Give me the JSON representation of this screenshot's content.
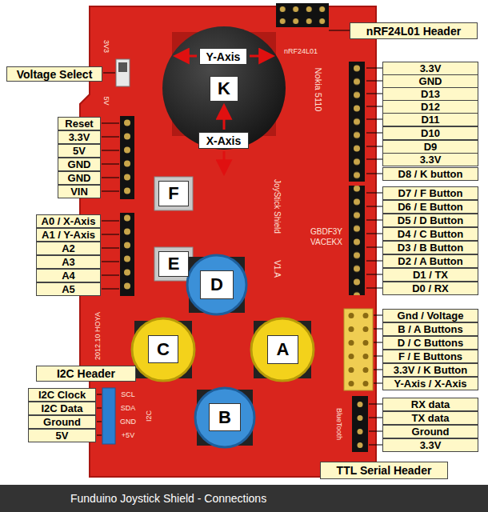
{
  "diagram": {
    "caption": "Funduino Joystick Shield - Connections",
    "nodes": [
      {
        "text": [
          "nRF24L01 Header"
        ]
      },
      {
        "text": [
          "Voltage Select"
        ]
      },
      {
        "text": [
          "Y-Axis"
        ]
      },
      {
        "text": [
          "K"
        ]
      },
      {
        "text": [
          "X-Axis"
        ]
      },
      {
        "text": [
          "3.3V"
        ]
      },
      {
        "text": [
          "GND"
        ]
      },
      {
        "text": [
          "D13"
        ]
      },
      {
        "text": [
          "D12"
        ]
      },
      {
        "text": [
          "D11"
        ]
      },
      {
        "text": [
          "D10"
        ]
      },
      {
        "text": [
          "D9"
        ]
      },
      {
        "text": [
          "3.3V"
        ]
      },
      {
        "text": [
          "D8 / K button"
        ]
      },
      {
        "text": [
          "Reset"
        ]
      },
      {
        "text": [
          "3.3V"
        ]
      },
      {
        "text": [
          "5V"
        ]
      },
      {
        "text": [
          "GND"
        ]
      },
      {
        "text": [
          "GND"
        ]
      },
      {
        "text": [
          "VIN"
        ]
      },
      {
        "text": [
          "F"
        ]
      },
      {
        "text": [
          "D7 / F Button"
        ]
      },
      {
        "text": [
          "D6 / E Button"
        ]
      },
      {
        "text": [
          "D5 / D Button"
        ]
      },
      {
        "text": [
          "D4 / C Button"
        ]
      },
      {
        "text": [
          "D3 / B Button"
        ]
      },
      {
        "text": [
          "D2 / A Button"
        ]
      },
      {
        "text": [
          "D1 / TX"
        ]
      },
      {
        "text": [
          "D0 / RX"
        ]
      },
      {
        "text": [
          "A0 / X-Axis"
        ]
      },
      {
        "text": [
          "A1 / Y-Axis"
        ]
      },
      {
        "text": [
          "A2"
        ]
      },
      {
        "text": [
          "A3"
        ]
      },
      {
        "text": [
          "A4"
        ]
      },
      {
        "text": [
          "A5"
        ]
      },
      {
        "text": [
          "E"
        ]
      },
      {
        "text": [
          "D"
        ]
      },
      {
        "text": [
          "C"
        ]
      },
      {
        "text": [
          "A"
        ]
      },
      {
        "text": [
          "Gnd / Voltage"
        ]
      },
      {
        "text": [
          "B / A Buttons"
        ]
      },
      {
        "text": [
          "D / C Buttons"
        ]
      },
      {
        "text": [
          "F / E Buttons"
        ]
      },
      {
        "text": [
          "3.3V / K Button"
        ]
      },
      {
        "text": [
          "Y-Axis / X-Axis"
        ]
      },
      {
        "text": [
          "I2C Header"
        ]
      },
      {
        "text": [
          "B"
        ]
      },
      {
        "text": [
          "I2C Clock"
        ]
      },
      {
        "text": [
          "I2C Data"
        ]
      },
      {
        "text": [
          "Ground"
        ]
      },
      {
        "text": [
          "5V"
        ]
      },
      {
        "text": [
          "RX data"
        ]
      },
      {
        "text": [
          "TX data"
        ]
      },
      {
        "text": [
          "Ground"
        ]
      },
      {
        "text": [
          "3.3V"
        ]
      },
      {
        "text": [
          "TTL Serial Header"
        ]
      }
    ],
    "labels": [
      "nRF24L01",
      "Nokia 5110",
      "3V3",
      "5V",
      "JoyStick Shield",
      "V1.A",
      "2012.10 HOYA",
      "SCL",
      "SDA",
      "GND",
      "+5V",
      "I2C",
      "BlueTooth",
      "VACEKX",
      "GBDF3Y"
    ]
  }
}
